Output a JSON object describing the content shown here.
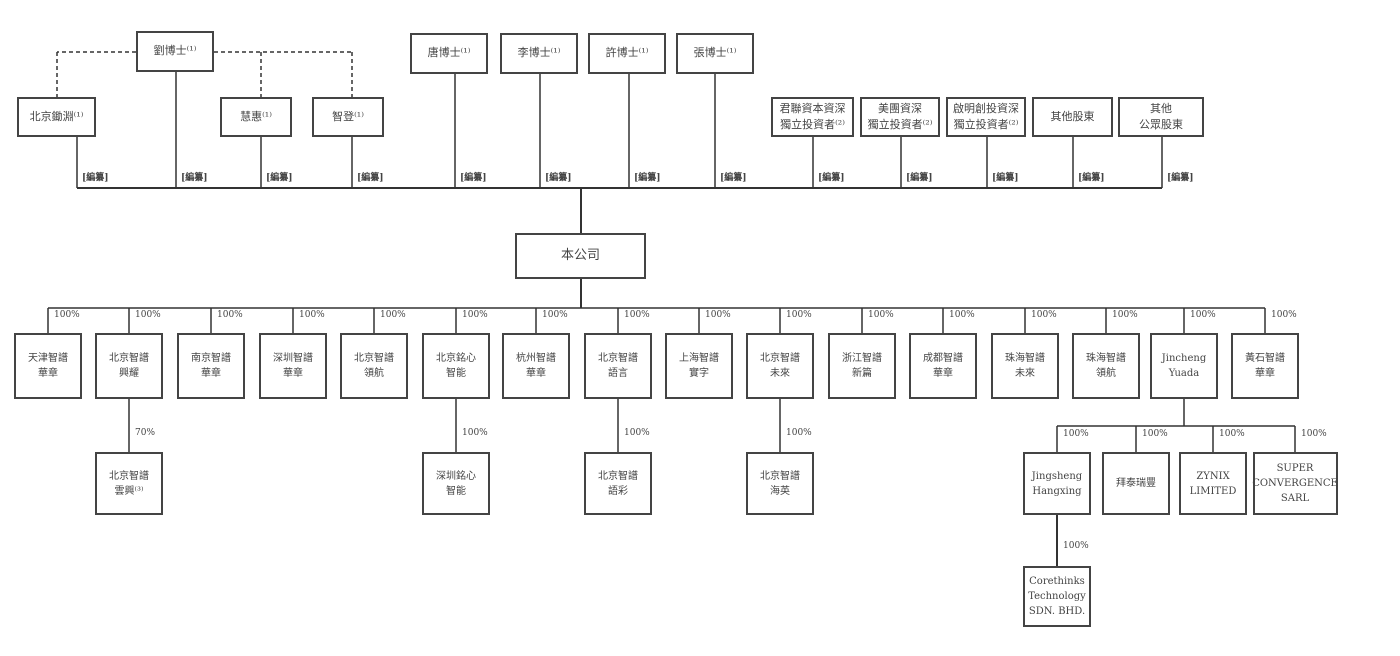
{
  "shareholders": {
    "top": [
      "劉博士⁽¹⁾",
      "唐博士⁽¹⁾",
      "李博士⁽¹⁾",
      "許博士⁽¹⁾",
      "張博士⁽¹⁾"
    ],
    "controlled": [
      "北京鋤淵⁽¹⁾",
      "慧惠⁽¹⁾",
      "智登⁽¹⁾"
    ],
    "investors": [
      "君聯資本資深\n獨立投資者⁽²⁾",
      "美團資深\n獨立投資者⁽²⁾",
      "啟明創投資深\n獨立投資者⁽²⁾",
      "其他股東",
      "其他\n公眾股東"
    ],
    "holding_label": "[編纂]"
  },
  "company": {
    "name": "本公司"
  },
  "subsidiaries": [
    {
      "name": "天津智譜\n華章",
      "pct": "100%"
    },
    {
      "name": "北京智譜\n興耀",
      "pct": "100%"
    },
    {
      "name": "南京智譜\n華章",
      "pct": "100%"
    },
    {
      "name": "深圳智譜\n華章",
      "pct": "100%"
    },
    {
      "name": "北京智譜\n領航",
      "pct": "100%"
    },
    {
      "name": "北京銘心\n智能",
      "pct": "100%"
    },
    {
      "name": "杭州智譜\n華章",
      "pct": "100%"
    },
    {
      "name": "北京智譜\n語言",
      "pct": "100%"
    },
    {
      "name": "上海智譜\n實字",
      "pct": "100%"
    },
    {
      "name": "北京智譜\n未來",
      "pct": "100%"
    },
    {
      "name": "浙江智譜\n新篇",
      "pct": "100%"
    },
    {
      "name": "成都智譜\n華章",
      "pct": "100%"
    },
    {
      "name": "珠海智譜\n未來",
      "pct": "100%"
    },
    {
      "name": "珠海智譜\n領航",
      "pct": "100%"
    },
    {
      "name": "Jincheng\nYuada",
      "pct": "100%"
    },
    {
      "name": "黃石智譜\n華章",
      "pct": "100%"
    }
  ],
  "second_level": [
    {
      "name": "北京智譜\n雲興⁽³⁾",
      "pct": "70%"
    },
    {
      "name": "深圳銘心\n智能",
      "pct": "100%"
    },
    {
      "name": "北京智譜\n語彩",
      "pct": "100%"
    },
    {
      "name": "北京智譜\n海英",
      "pct": "100%"
    }
  ],
  "jincheng_children": [
    {
      "name": "Jingsheng\nHangxing",
      "pct": "100%"
    },
    {
      "name": "拜泰瑞豐",
      "pct": "100%"
    },
    {
      "name": "ZYNIX\nLIMITED",
      "pct": "100%"
    },
    {
      "name": "SUPER\nCONVERGENCE\nSARL",
      "pct": "100%"
    }
  ],
  "third_level": [
    {
      "name": "Corethinks\nTechnology\nSDN. BHD.",
      "pct": "100%"
    }
  ]
}
